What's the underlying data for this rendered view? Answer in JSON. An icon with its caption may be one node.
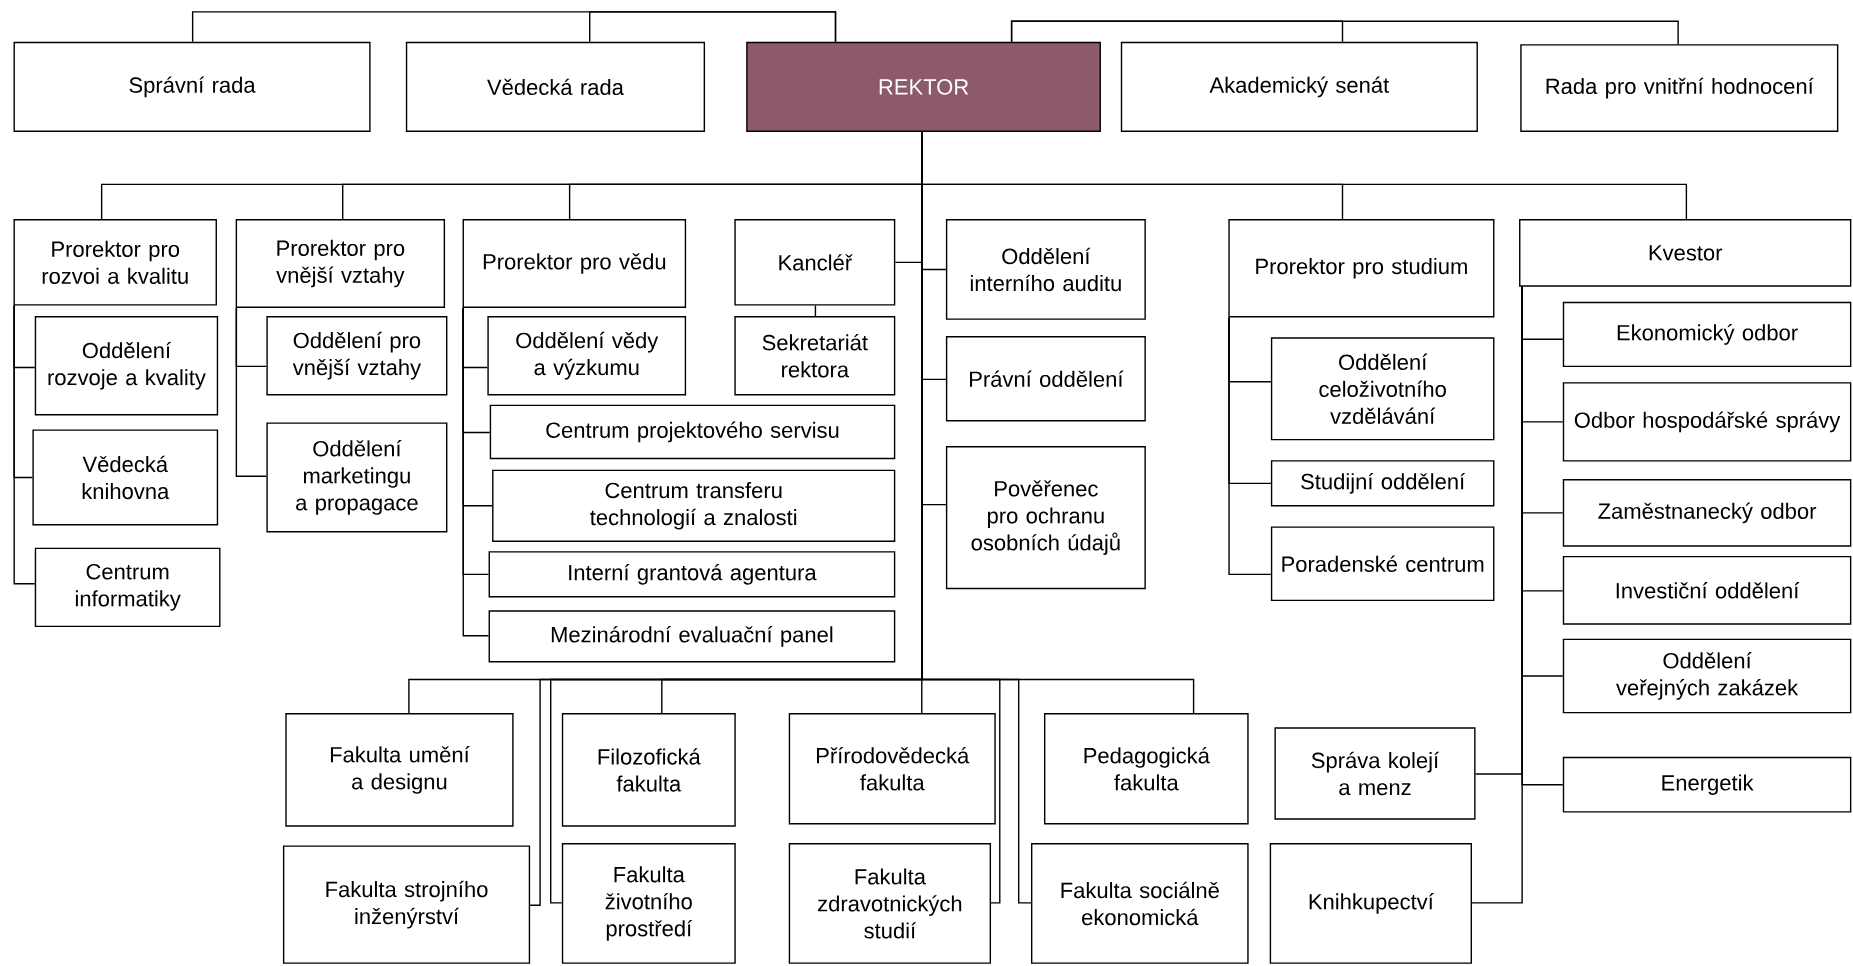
{
  "diagram": {
    "nodes": [
      {
        "text": [
          "Správní rada"
        ]
      },
      {
        "text": [
          "Vědecká rada"
        ]
      },
      {
        "text": [
          "REKTOR"
        ]
      },
      {
        "text": [
          "Akademický senát"
        ]
      },
      {
        "text": [
          "Rada pro vnitřní hodnocení"
        ]
      },
      {
        "text": [
          "Prorektor pro rozvoi a kvalitu"
        ]
      },
      {
        "text": [
          "Prorektor pro vnější vztahy"
        ]
      },
      {
        "text": [
          "Prorektor pro vědu"
        ]
      },
      {
        "text": [
          "Kancléř"
        ]
      },
      {
        "text": [
          "Oddělení interního auditu"
        ]
      },
      {
        "text": [
          "Prorektor pro studium"
        ]
      },
      {
        "text": [
          "Kvestor"
        ]
      },
      {
        "text": [
          "Oddělení rozvoje a kvality"
        ]
      },
      {
        "text": [
          "Vědecká knihovna"
        ]
      },
      {
        "text": [
          "Centrum informatiky"
        ]
      },
      {
        "text": [
          "Oddělení pro vnější vztahy"
        ]
      },
      {
        "text": [
          "Oddělení marketingu a propagace"
        ]
      },
      {
        "text": [
          "Oddělení vědy a výzkumu"
        ]
      },
      {
        "text": [
          "Sekretariát rektora"
        ]
      },
      {
        "text": [
          "Centrum projektového servisu"
        ]
      },
      {
        "text": [
          "Centrum transferu technologií a znalosti"
        ]
      },
      {
        "text": [
          "Interní grantová agentura"
        ]
      },
      {
        "text": [
          "Mezinárodní evaluační panel"
        ]
      },
      {
        "text": [
          "Právní oddělení"
        ]
      },
      {
        "text": [
          "Pověřenec pro ochranu osobních údajů"
        ]
      },
      {
        "text": [
          "Oddělení celoživotního vzdělávání"
        ]
      },
      {
        "text": [
          "Studijní oddělení"
        ]
      },
      {
        "text": [
          "Poradenské centrum"
        ]
      },
      {
        "text": [
          "Ekonomický odbor"
        ]
      },
      {
        "text": [
          "Odbor hospodářské správy"
        ]
      },
      {
        "text": [
          "Zaměstnanecký odbor"
        ]
      },
      {
        "text": [
          "Investiční oddělení"
        ]
      },
      {
        "text": [
          "Oddělení veřejných zakázek"
        ]
      },
      {
        "text": [
          "Fakulta umění a designu"
        ]
      },
      {
        "text": [
          "Filozofická fakulta"
        ]
      },
      {
        "text": [
          "Přírodovědecká fakulta"
        ]
      },
      {
        "text": [
          "Pedagogická fakulta"
        ]
      },
      {
        "text": [
          "Správa kolejí a menz"
        ]
      },
      {
        "text": [
          "Energetik"
        ]
      },
      {
        "text": [
          "Fakulta strojního inženýrství"
        ]
      },
      {
        "text": [
          "Fakulta životního prostředí"
        ]
      },
      {
        "text": [
          "Fakulta zdravotnických studií"
        ]
      },
      {
        "text": [
          "Fakulta sociálně ekonomická"
        ]
      },
      {
        "text": [
          "Knihkupectví"
        ]
      }
    ],
    "edges": [
      {
        "from": 2,
        "to": 0,
        "arrow": "none"
      },
      {
        "from": 2,
        "to": 1,
        "arrow": "none"
      },
      {
        "from": 2,
        "to": 3,
        "arrow": "none"
      },
      {
        "from": 2,
        "to": 4,
        "arrow": "none"
      },
      {
        "from": 2,
        "to": 5,
        "arrow": "none"
      },
      {
        "from": 2,
        "to": 6,
        "arrow": "none"
      },
      {
        "from": 2,
        "to": 7,
        "arrow": "none"
      },
      {
        "from": 2,
        "to": 10,
        "arrow": "none"
      },
      {
        "from": 2,
        "to": 11,
        "arrow": "none"
      },
      {
        "from": 2,
        "to": 8,
        "arrow": "none"
      },
      {
        "from": 2,
        "to": 9,
        "arrow": "none"
      },
      {
        "from": 2,
        "to": 23,
        "arrow": "none"
      },
      {
        "from": 2,
        "to": 24,
        "arrow": "none"
      },
      {
        "from": 8,
        "to": 18,
        "arrow": "none"
      },
      {
        "from": 5,
        "to": 12,
        "arrow": "none"
      },
      {
        "from": 5,
        "to": 13,
        "arrow": "none"
      },
      {
        "from": 5,
        "to": 14,
        "arrow": "none"
      },
      {
        "from": 6,
        "to": 15,
        "arrow": "none"
      },
      {
        "from": 6,
        "to": 16,
        "arrow": "none"
      },
      {
        "from": 7,
        "to": 17,
        "arrow": "none"
      },
      {
        "from": 7,
        "to": 19,
        "arrow": "none"
      },
      {
        "from": 7,
        "to": 20,
        "arrow": "none"
      },
      {
        "from": 7,
        "to": 21,
        "arrow": "none"
      },
      {
        "from": 7,
        "to": 22,
        "arrow": "none"
      },
      {
        "from": 10,
        "to": 25,
        "arrow": "none"
      },
      {
        "from": 10,
        "to": 26,
        "arrow": "none"
      },
      {
        "from": 10,
        "to": 27,
        "arrow": "none"
      },
      {
        "from": 11,
        "to": 28,
        "arrow": "none"
      },
      {
        "from": 11,
        "to": 29,
        "arrow": "none"
      },
      {
        "from": 11,
        "to": 30,
        "arrow": "none"
      },
      {
        "from": 11,
        "to": 31,
        "arrow": "none"
      },
      {
        "from": 11,
        "to": 32,
        "arrow": "none"
      },
      {
        "from": 11,
        "to": 37,
        "arrow": "none"
      },
      {
        "from": 11,
        "to": 38,
        "arrow": "none"
      },
      {
        "from": 11,
        "to": 43,
        "arrow": "none"
      },
      {
        "from": 2,
        "to": 33,
        "arrow": "none"
      },
      {
        "from": 2,
        "to": 34,
        "arrow": "none"
      },
      {
        "from": 2,
        "to": 35,
        "arrow": "none"
      },
      {
        "from": 2,
        "to": 36,
        "arrow": "none"
      },
      {
        "from": 2,
        "to": 39,
        "arrow": "none"
      },
      {
        "from": 2,
        "to": 40,
        "arrow": "none"
      },
      {
        "from": 2,
        "to": 41,
        "arrow": "none"
      },
      {
        "from": 2,
        "to": 42,
        "arrow": "none"
      }
    ]
  }
}
